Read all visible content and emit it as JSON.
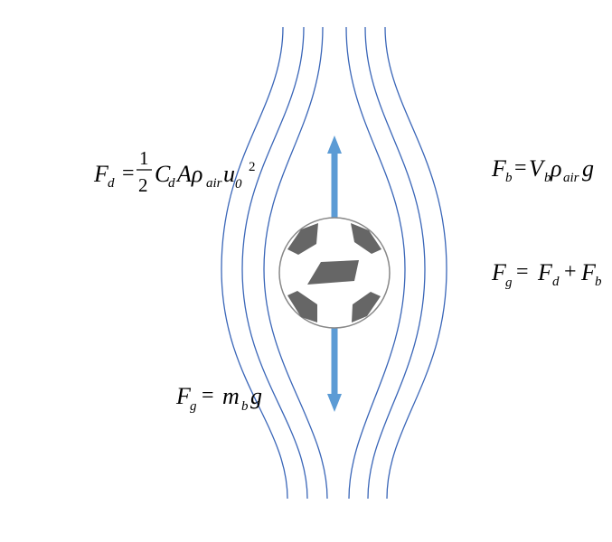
{
  "colors": {
    "streamline": "#3a66b8",
    "arrow": "#5b9bd5",
    "ball_fill": "#ffffff",
    "ball_stroke": "#888888",
    "ball_patch": "#666666",
    "text": "#000000"
  },
  "equations": {
    "drag": {
      "lhs": "F",
      "lhs_sub": "d",
      "eq": "=",
      "frac_num": "1",
      "frac_den": "2",
      "c": "C",
      "c_sub": "d",
      "a_rho": "Aρ",
      "rho_sub": "air",
      "u": "u",
      "u_sub": "0",
      "u_sup": "2"
    },
    "buoyancy": {
      "lhs": "F",
      "lhs_sub": "b",
      "eq": "=",
      "v": "V",
      "v_sub": "b",
      "rho": "ρ",
      "rho_sub": "air",
      "g": "g"
    },
    "balance": {
      "lhs": "F",
      "lhs_sub": "g",
      "eq": "=",
      "t1": "F",
      "t1_sub": "d",
      "plus": "+",
      "t2": "F",
      "t2_sub": "b"
    },
    "gravity": {
      "lhs": "F",
      "lhs_sub": "g",
      "eq": "=",
      "m": "m",
      "m_sub": "b",
      "g": "g"
    }
  }
}
